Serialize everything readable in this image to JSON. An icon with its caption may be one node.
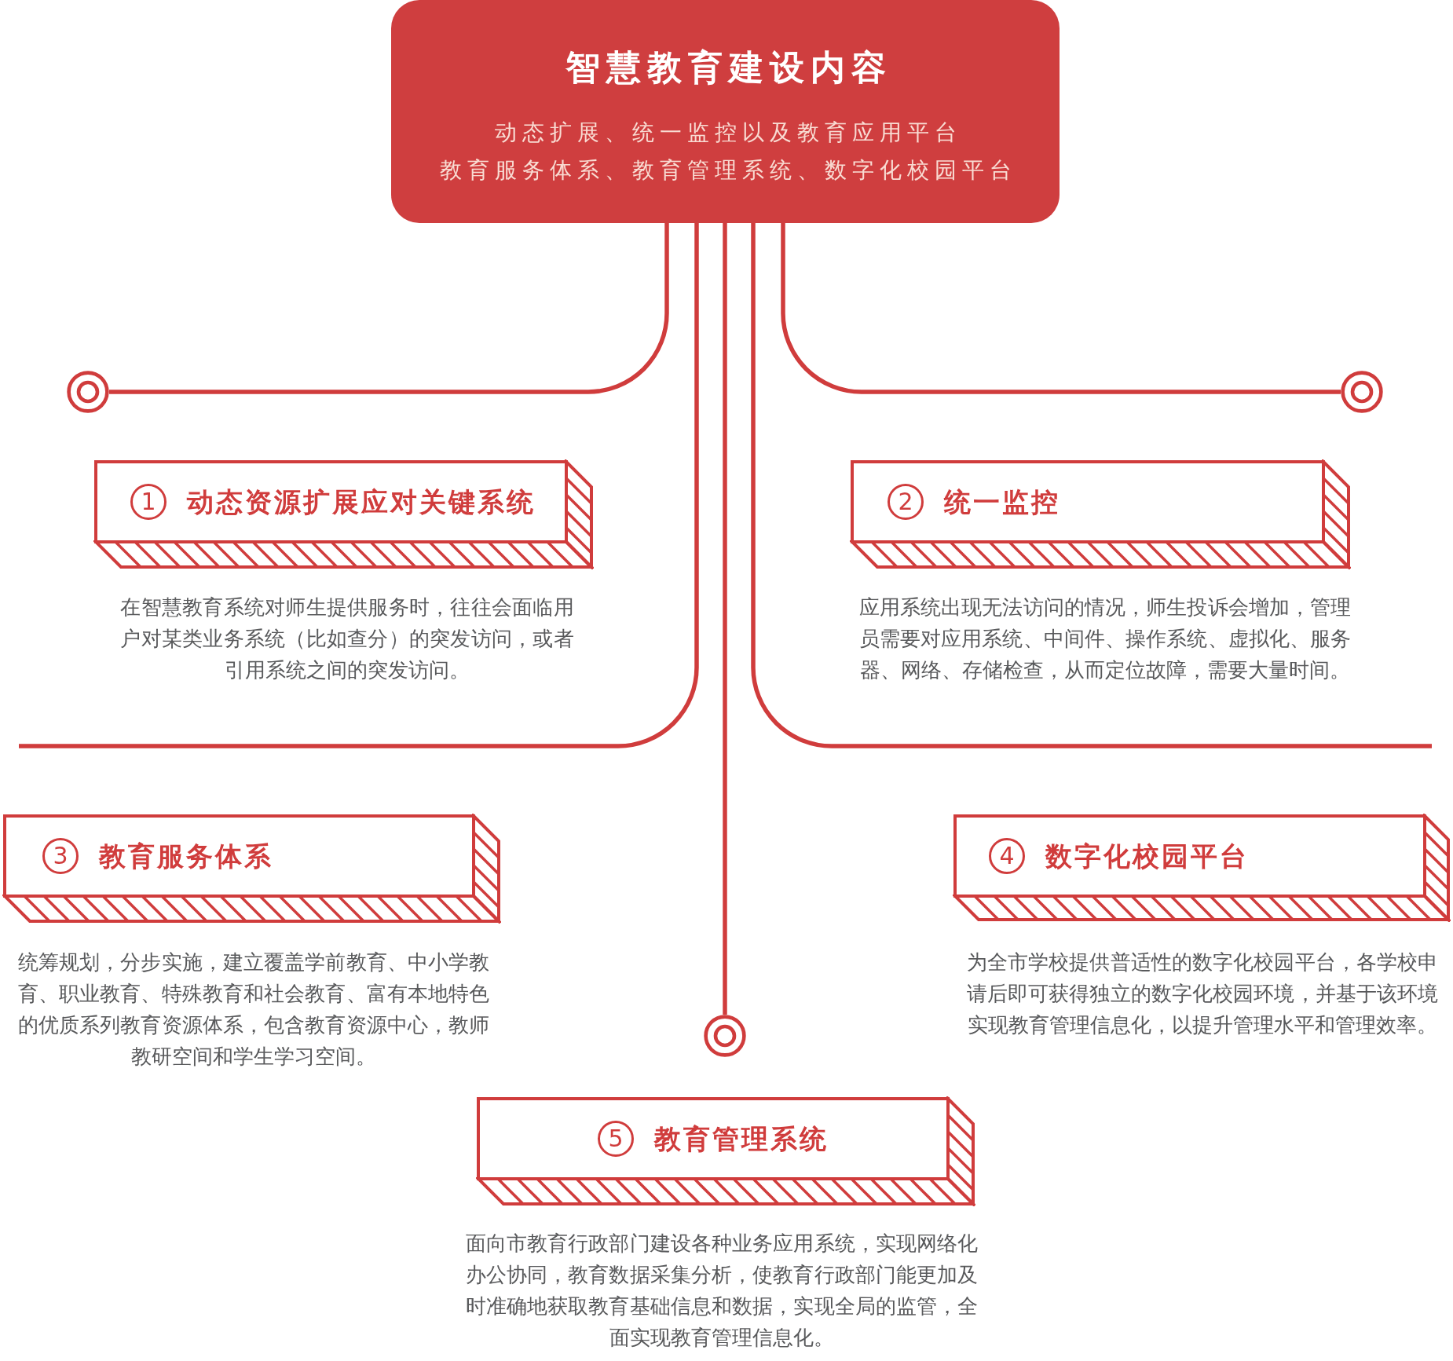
{
  "diagram": {
    "nodes": [
      {
        "text": [
          "智慧教育建设内容",
          "动态扩展、统一监控以及教育应用平台",
          "教育服务体系、教育管理系统、数字化校园平台"
        ]
      },
      {
        "text": [],
        "shape": "circle"
      },
      {
        "text": [],
        "shape": "circle"
      },
      {
        "text": [
          "1",
          "动态资源扩展应对关键系统"
        ],
        "beside": [
          "在智慧教育系统对师生提供服务时，往往会面临用户对某类业务系统（比如查分）的突发访问，或者引用系统之间的突发访问。"
        ]
      },
      {
        "text": [
          "2",
          "统一监控"
        ],
        "beside": [
          "应用系统出现无法访问的情况，师生投诉会增加，管理员需要对应用系统、中间件、操作系统、虚拟化、服务器、网络、存储检查，从而定位故障，需要大量时间。"
        ]
      },
      {
        "text": [
          "3",
          "教育服务体系"
        ],
        "beside": [
          "统筹规划，分步实施，建立覆盖学前教育、中小学教育、职业教育、特殊教育和社会教育、富有本地特色的优质系列教育资源体系，包含教育资源中心，教师教研空间和学生学习空间。"
        ]
      },
      {
        "text": [
          "4",
          "数字化校园平台"
        ],
        "beside": [
          "为全市学校提供普适性的数字化校园平台，各学校申请后即可获得独立的数字化校园环境，并基于该环境实现教育管理信息化，以提升管理水平和管理效率。"
        ]
      },
      {
        "text": [],
        "shape": "circle"
      },
      {
        "text": [
          "5",
          "教育管理系统"
        ],
        "beside": [
          "面向市教育行政部门建设各种业务应用系统，实现网络化办公协同，教育数据采集分析，使教育行政部门能更加及时准确地获取教育基础信息和数据，实现全局的监管，全面实现教育管理信息化。"
        ]
      }
    ],
    "edges": [
      {
        "from": 0,
        "to": 1,
        "arrow": "none"
      },
      {
        "from": 0,
        "to": null,
        "arrow": "none"
      },
      {
        "from": 0,
        "to": 7,
        "arrow": "none"
      },
      {
        "from": 0,
        "to": null,
        "arrow": "none"
      },
      {
        "from": 0,
        "to": 2,
        "arrow": "none"
      }
    ]
  }
}
